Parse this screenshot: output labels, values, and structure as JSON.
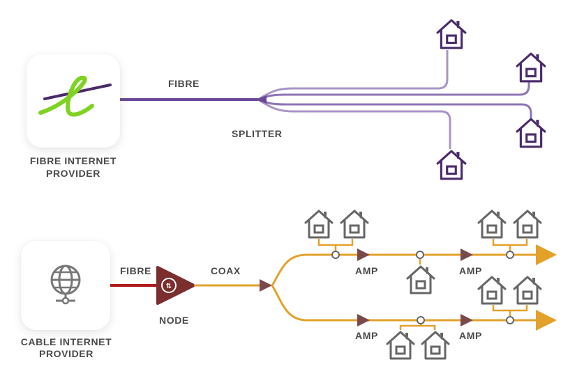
{
  "fibre_section": {
    "provider_label_line1": "FIBRE INTERNET",
    "provider_label_line2": "PROVIDER",
    "fibre_label": "FIBRE",
    "splitter_label": "SPLITTER",
    "colors": {
      "fibre_line": "#6a4a96",
      "house": "#4a2a6a",
      "branch": "#a995c7"
    },
    "logo_icon": "fibre-provider-logo-icon"
  },
  "cable_section": {
    "provider_label_line1": "CABLE INTERNET",
    "provider_label_line2": "PROVIDER",
    "fibre_label": "FIBRE",
    "node_label": "NODE",
    "coax_label": "COAX",
    "amp_label": "AMP",
    "colors": {
      "fibre_line": "#b01a1a",
      "coax_line": "#e3a12a",
      "node": "#7a2e2e",
      "amp": "#7a4a4a",
      "house": "#666666"
    },
    "provider_icon": "globe-network-icon"
  }
}
